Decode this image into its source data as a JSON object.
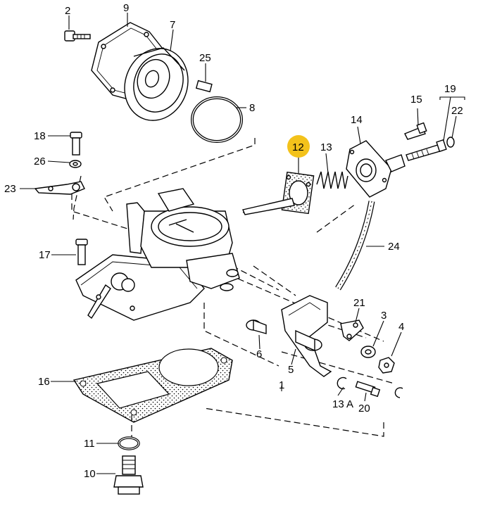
{
  "highlight_color": "#f3c21b",
  "labels": {
    "p1": "1",
    "p2": "2",
    "p3": "3",
    "p4": "4",
    "p5": "5",
    "p6": "6",
    "p7": "7",
    "p8": "8",
    "p9": "9",
    "p10": "10",
    "p11": "11",
    "p12": "12",
    "p13": "13",
    "p13a": "13 A",
    "p14": "14",
    "p15": "15",
    "p16": "16",
    "p17": "17",
    "p18": "18",
    "p19": "19",
    "p20": "20",
    "p21": "21",
    "p22": "22",
    "p23": "23",
    "p24": "24",
    "p25": "25",
    "p26": "26"
  }
}
